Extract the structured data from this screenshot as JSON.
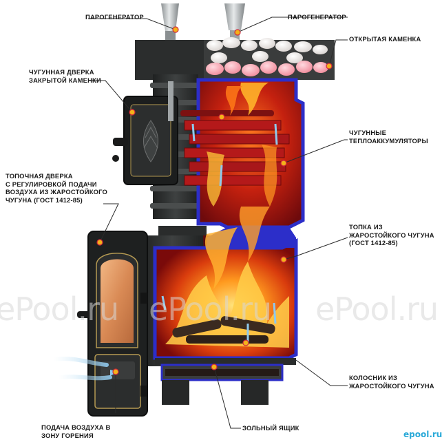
{
  "labels": {
    "steam_gen_left": "ПАРОГЕНЕРАТОР",
    "steam_gen_right": "ПАРОГЕНЕРАТОР",
    "open_heater": "ОТКРЫТАЯ КАМЕНКА",
    "closed_door": [
      "ЧУГУННАЯ ДВЕРКА",
      "ЗАКРЫТОЙ КАМЕНКИ"
    ],
    "heat_accumulators": [
      "ЧУГУННЫЕ",
      "ТЕПЛОАККУМУЛЯТОРЫ"
    ],
    "firebox_door": [
      "ТОПОЧНАЯ ДВЕРКА",
      "С РЕГУЛИРОВКОЙ ПОДАЧИ",
      "ВОЗДУХА ИЗ ЖАРОСТОЙКОГО",
      "ЧУГУНА (ГОСТ 1412-85)"
    ],
    "firebox": [
      "ТОПКА ИЗ",
      "ЖАРОСТОЙКОГО ЧУГУНА",
      "(ГОСТ 1412-85)"
    ],
    "grate": [
      "КОЛОСНИК ИЗ",
      "ЖАРОСТОЙКОГО ЧУГУНА"
    ],
    "ash_box": "ЗОЛЬНЫЙ ЯЩИК",
    "air_supply": [
      "ПОДАЧА ВОЗДУХА В",
      "ЗОНУ ГОРЕНИЯ"
    ]
  },
  "watermark": {
    "text_left": "ePool.ru",
    "text_center": "ePool.ru",
    "text_right": "ePool.ru"
  },
  "brand": "epool.ru",
  "colors": {
    "leader_line": "#2b2b2b",
    "marker_fill": "#f3b21a",
    "marker_ring": "#d1263b",
    "casing_blue": "#2c2ec9",
    "interior_red": "#8f0d12",
    "cast_iron": "#2f3131",
    "brand": "#29a9d8"
  }
}
